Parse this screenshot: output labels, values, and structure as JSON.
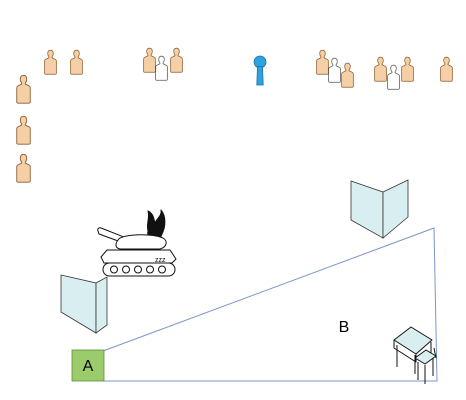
{
  "labels": {
    "start_point": "A",
    "end_point": "B"
  },
  "figures": {
    "top_row": [
      "tan",
      "tan",
      "tan",
      "white",
      "tan",
      "blue",
      "tan",
      "white",
      "tan",
      "tan",
      "white",
      "tan",
      "tan"
    ],
    "left_column": [
      "tan",
      "tan",
      "tan"
    ]
  },
  "icons": {
    "target": "target-silhouette-icon",
    "tank": "burning-tank-icon",
    "barrier": "barrier-panel-icon",
    "desk": "desk-icon",
    "friendly": "friendly-figure-icon"
  },
  "colors": {
    "target_fill": "#F5CFA6",
    "target_outline": "#8A5A2B",
    "friendly_fill": "#2FA3E0",
    "panel_fill": "#D9EEF0",
    "marker_a": "#9BCB6B",
    "path_line": "#7A96C8"
  }
}
